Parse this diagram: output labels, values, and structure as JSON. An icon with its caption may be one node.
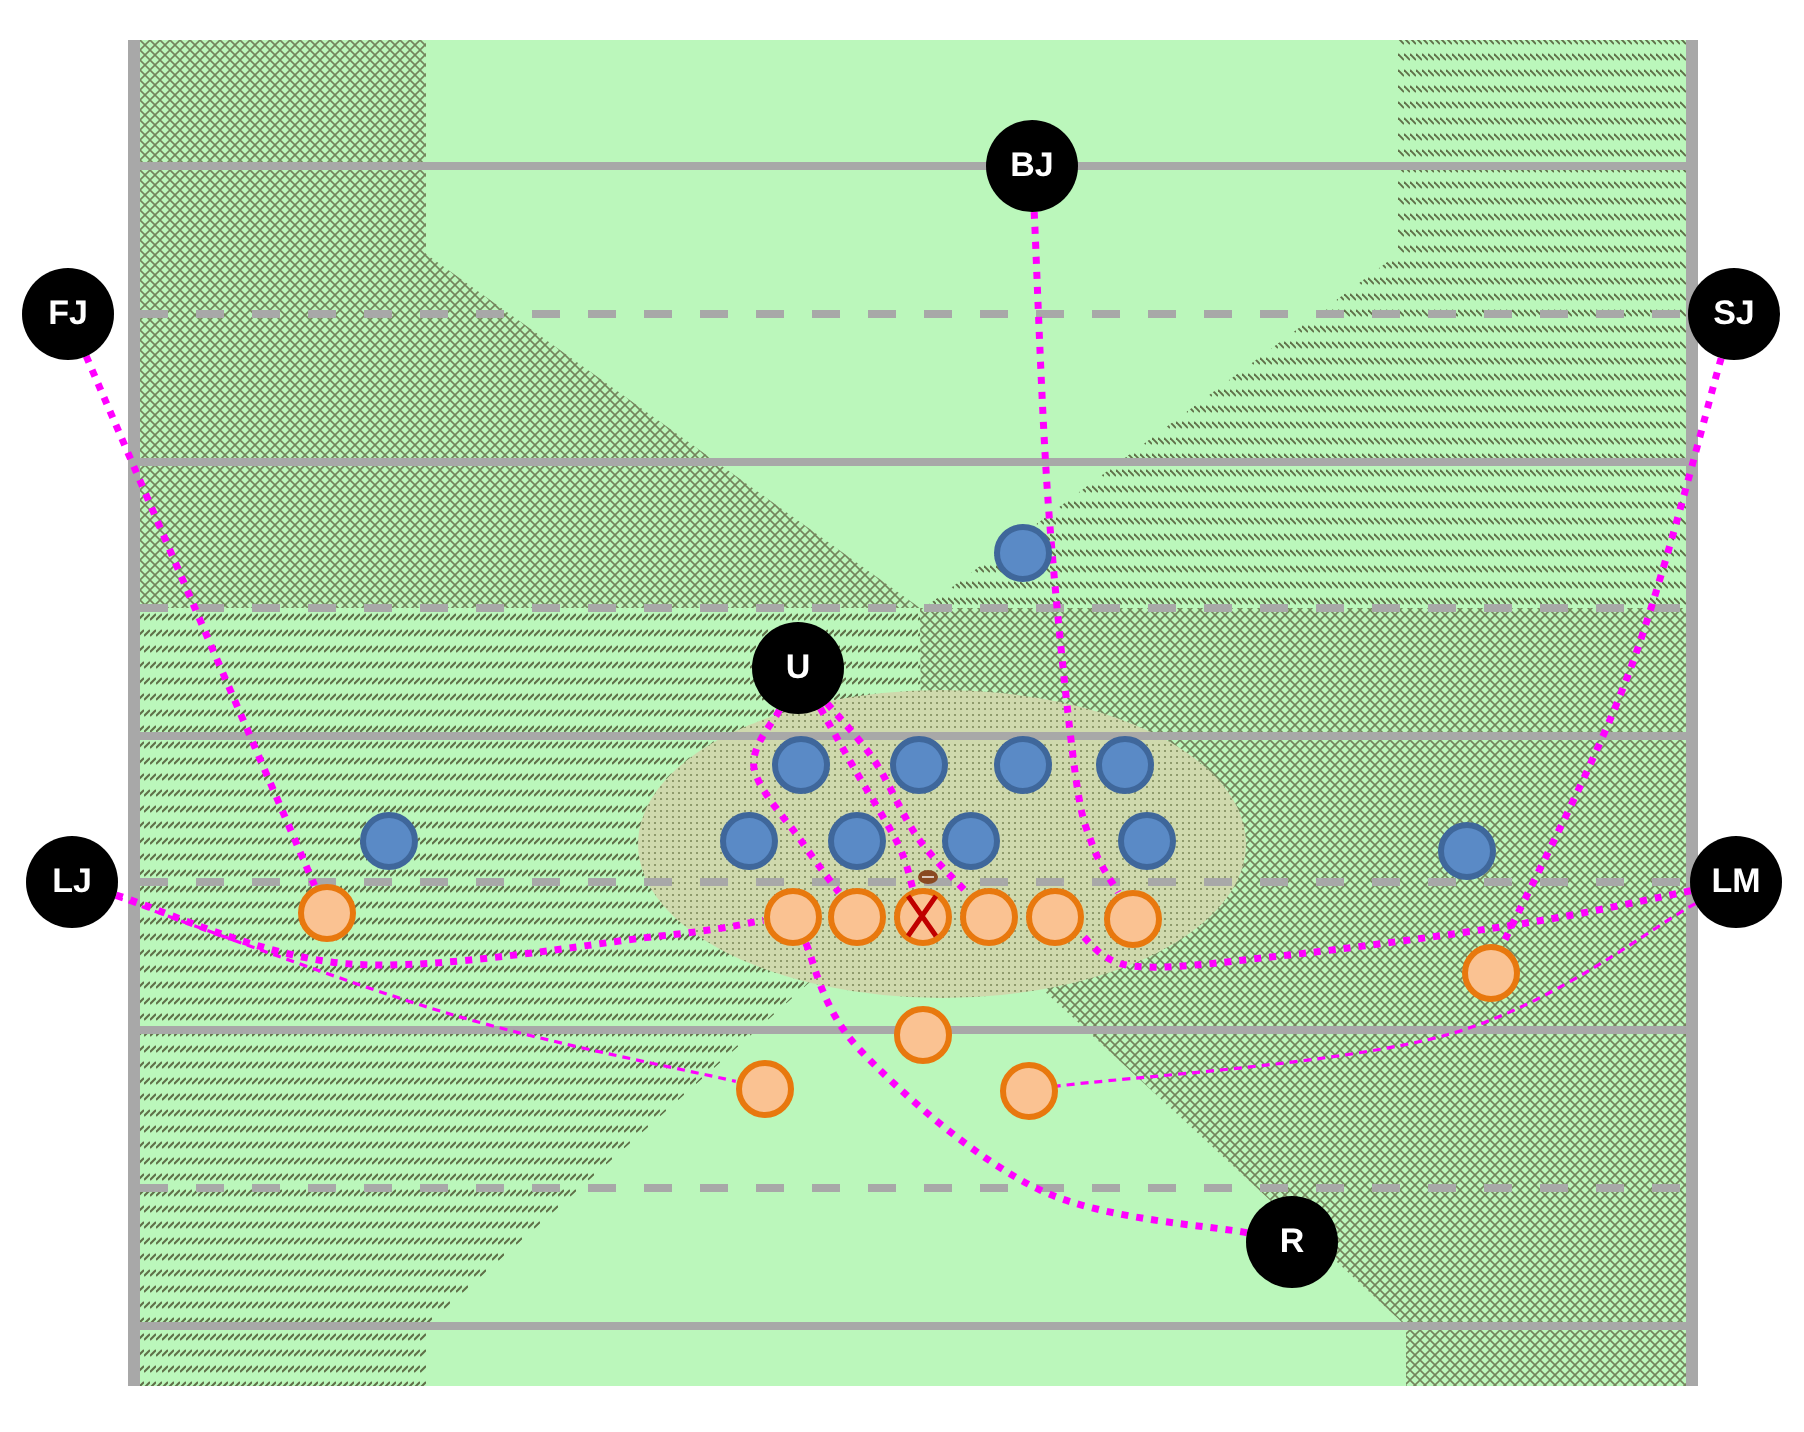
{
  "diagram": {
    "nodes": [
      {
        "text": [
          "BJ"
        ]
      },
      {
        "text": [
          "FJ"
        ]
      },
      {
        "text": [
          "SJ"
        ]
      },
      {
        "text": [],
        "shape": "circle"
      },
      {
        "text": [
          "U"
        ]
      },
      {
        "text": [],
        "shape": "circle"
      },
      {
        "text": [],
        "shape": "circle"
      },
      {
        "text": [],
        "shape": "circle"
      },
      {
        "text": [],
        "shape": "circle"
      },
      {
        "text": [],
        "shape": "circle"
      },
      {
        "text": [],
        "shape": "circle"
      },
      {
        "text": [],
        "shape": "circle"
      },
      {
        "text": [],
        "shape": "circle"
      },
      {
        "text": [],
        "shape": "circle"
      },
      {
        "text": [],
        "shape": "circle"
      },
      {
        "text": [
          "LJ"
        ]
      },
      {
        "text": [
          "LM"
        ]
      },
      {
        "text": [],
        "shape": "circle"
      },
      {
        "text": [],
        "shape": "circle"
      },
      {
        "text": [],
        "shape": "circle"
      },
      {
        "text": [],
        "shape": "circle"
      },
      {
        "text": [],
        "shape": "circle"
      },
      {
        "text": [],
        "shape": "circle"
      },
      {
        "text": [],
        "shape": "circle"
      },
      {
        "text": [],
        "shape": "circle"
      },
      {
        "text": [],
        "shape": "circle"
      },
      {
        "text": [],
        "shape": "circle"
      },
      {
        "text": [],
        "shape": "circle"
      },
      {
        "text": [
          "R"
        ]
      }
    ],
    "edges": [
      {
        "from": 1,
        "to": 17,
        "arrow": "none"
      },
      {
        "from": 0,
        "to": 23,
        "arrow": "none"
      },
      {
        "from": 2,
        "to": 24,
        "arrow": "none"
      },
      {
        "from": 4,
        "to": 19,
        "arrow": "none"
      },
      {
        "from": 4,
        "to": 20,
        "arrow": "none"
      },
      {
        "from": 4,
        "to": 21,
        "arrow": "none"
      },
      {
        "from": 15,
        "to": 18,
        "arrow": "none"
      },
      {
        "from": 15,
        "to": 26,
        "arrow": "none",
        "style": "dashed"
      },
      {
        "from": 16,
        "to": 22,
        "arrow": "none"
      },
      {
        "from": 16,
        "to": 27,
        "arrow": "none",
        "style": "dashed"
      },
      {
        "from": 28,
        "to": 18,
        "arrow": "none"
      }
    ]
  }
}
